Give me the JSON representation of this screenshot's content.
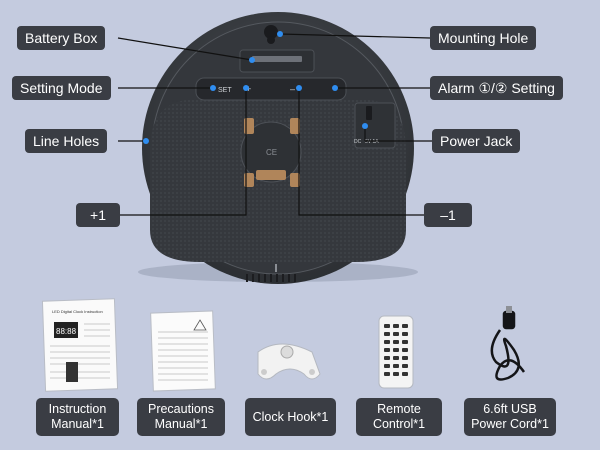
{
  "callouts": {
    "battery_box": "Battery Box",
    "mounting_hole": "Mounting Hole",
    "setting_mode": "Setting Mode",
    "alarm_setting": "Alarm ①/② Setting",
    "line_holes": "Line Holes",
    "power_jack": "Power Jack",
    "plus_one": "+1",
    "minus_one": "–1"
  },
  "panel_text": {
    "set": "SET",
    "plus": "+",
    "minus": "–",
    "ce": "CE",
    "dc": "DC",
    "dc5v": "5V 1A"
  },
  "manual": {
    "title": "LED Digital Clock Instruction",
    "digits": "88:88"
  },
  "accessories": [
    {
      "label": "Instruction\nManual*1"
    },
    {
      "label": "Precautions\nManual*1"
    },
    {
      "label": "Clock Hook*1"
    },
    {
      "label": "Remote\nControl*1"
    },
    {
      "label": "6.6ft USB\nPower Cord*1"
    }
  ],
  "colors": {
    "background": "#c4cbdf",
    "label_bg": "#3a3d44",
    "device": "#3f4247",
    "accent_dot": "#2f8df0"
  }
}
